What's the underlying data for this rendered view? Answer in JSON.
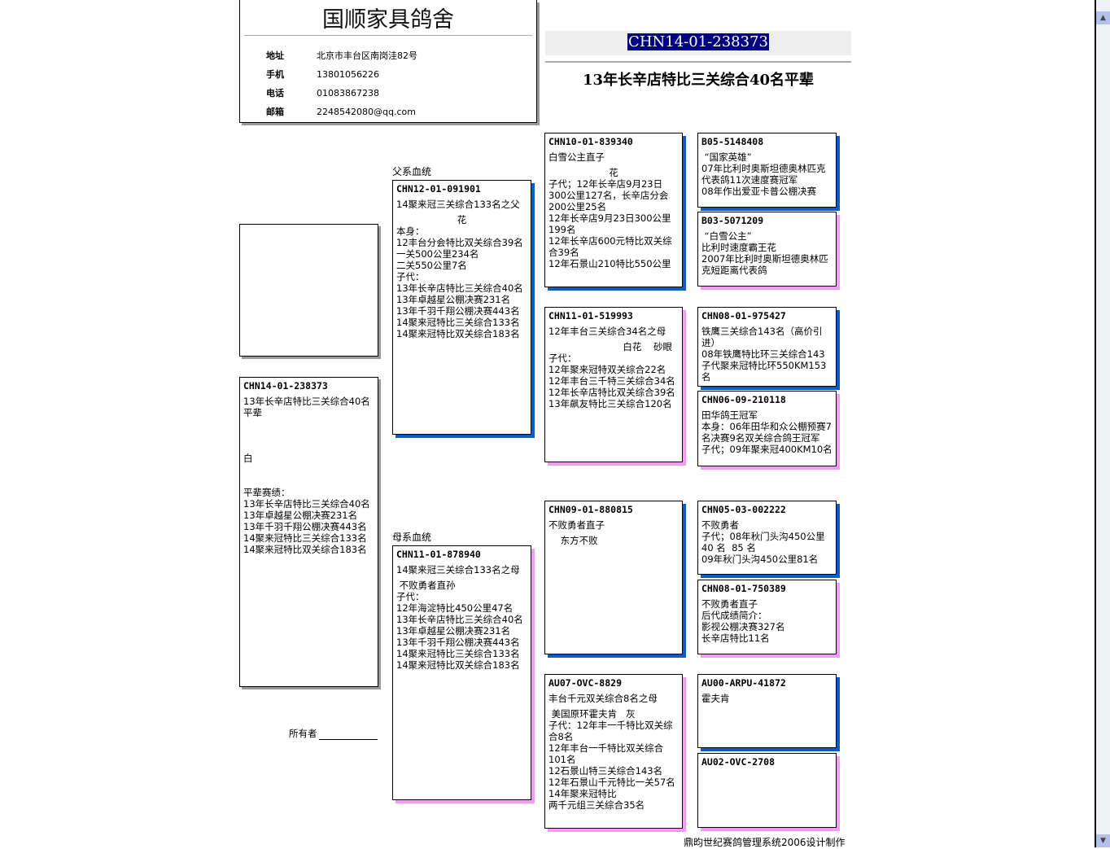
{
  "header": {
    "loft_name": "国顺家具鸽舍",
    "rows": [
      {
        "label": "地址",
        "value": "北京市丰台区南岗洼82号"
      },
      {
        "label": "手机",
        "value": "13801056226"
      },
      {
        "label": "电话",
        "value": "01083867238"
      },
      {
        "label": "邮箱",
        "value": "2248542080@qq.com"
      }
    ]
  },
  "title": {
    "ring": "CHN14-01-238373",
    "subtitle": "13年长辛店特比三关综合40名平辈"
  },
  "sections": {
    "sire_line": "父系血统",
    "dam_line": "母系血统"
  },
  "owner_label": "所有者",
  "footer": "鼎昀世纪赛鸽管理系统2006设计制作",
  "boxes": {
    "subject": {
      "ring": "CHN14-01-238373",
      "lines": [
        "13年长辛店特比三关综合40名平辈",
        "",
        "",
        "",
        "白",
        "",
        "",
        "平辈赛绩：",
        "13年长辛店特比三关综合40名",
        "13年卓越星公棚决赛231名",
        "13年千羽千翔公棚决赛443名",
        "14聚来冠特比三关综合133名",
        "14聚来冠特比双关综合183名"
      ]
    },
    "sire": {
      "ring": "CHN12-01-091901",
      "lines": [
        "14聚来冠三关综合133名之父",
        "花",
        "本身：",
        "12丰台分会特比双关综合39名",
        "一关500公里234名",
        "二关550公里7名",
        "子代：",
        "13年长辛店特比三关综合40名",
        "13年卓越星公棚决赛231名",
        "13年千羽千翔公棚决赛443名",
        "14聚来冠特比三关综合133名",
        "14聚来冠特比双关综合183名"
      ]
    },
    "dam": {
      "ring": "CHN11-01-878940",
      "lines": [
        "14聚来冠三关综合133名之母",
        " 不败勇者直孙",
        "子代：",
        "12年海淀特比450公里47名",
        "13年长辛店特比三关综合40名",
        "13年卓越星公棚决赛231名",
        "13年千羽千翔公棚决赛443名",
        "14聚来冠特比三关综合133名",
        "14聚来冠特比双关综合183名"
      ]
    },
    "ss": {
      "ring": "CHN10-01-839340",
      "lines": [
        "白雪公主直子",
        "花",
        "子代；12年长辛店9月23日300公里127名，长辛店分会200公里25名",
        "12年长辛店9月23日300公里199名",
        "12年长辛店600元特比双关综合39名",
        "12年石景山210特比550公里"
      ]
    },
    "sd": {
      "ring": "CHN11-01-519993",
      "lines": [
        "12年丰台三关综合34名之母",
        "白花    砂眼",
        "子代：",
        "12年聚来冠特双关综合22名",
        "12年丰台三千特三关综合34名",
        "12年长辛店特比双关综合39名",
        "13年飙友特比三关综合120名"
      ]
    },
    "ds": {
      "ring": "CHN09-01-880815",
      "lines": [
        "不败勇者直子",
        "    东方不败"
      ]
    },
    "dd": {
      "ring": "AU07-OVC-8829",
      "lines": [
        "丰台千元双关综合8名之母",
        " 美国原环霍夫肯   灰",
        "子代：12年丰一千特比双关综合8名",
        "12年丰台一千特比双关综合101名",
        "12石景山特三关综合143名",
        "12年石景山千元特比一关57名",
        "14年聚来冠特比",
        "两千元组三关综合35名"
      ]
    },
    "sss": {
      "ring": "B05-5148408",
      "lines": [
        " “国家英雄”",
        "07年比利时奥斯坦德奥林匹克代表鸽11次速度赛冠军",
        "08年作出爱亚卡普公棚决赛"
      ]
    },
    "ssd": {
      "ring": "B03-5071209",
      "lines": [
        " “白雪公主”",
        "比利时速度霸王花",
        "2007年比利时奥斯坦德奥林匹克短距离代表鸽"
      ]
    },
    "sds": {
      "ring": "CHN08-01-975427",
      "lines": [
        "铁鹰三关综合143名（高价引进）",
        "08年铁鹰特比环三关综合143子代聚来冠特比环550KM153名"
      ]
    },
    "sdd": {
      "ring": "CHN06-09-210118",
      "lines": [
        "田华鸽王冠军",
        "本身：06年田华和众公棚预赛7名决赛9名双关综合鸽王冠军",
        "子代；09年聚来冠400KM10名"
      ]
    },
    "dss": {
      "ring": "CHN05-03-002222",
      "lines": [
        "不败勇者",
        "子代；08年秋门头沟450公里40 名  85 名",
        "09年秋门头沟450公里81名"
      ]
    },
    "dsd": {
      "ring": "CHN08-01-750389",
      "lines": [
        "不败勇者直子",
        "后代成绩简介：",
        "影视公棚决赛327名",
        "长辛店特比11名"
      ]
    },
    "dds": {
      "ring": "AU00-ARPU-41872",
      "lines": [
        "霍夫肯"
      ]
    },
    "ddd": {
      "ring": "AU02-OVC-2708",
      "lines": []
    }
  },
  "colors": {
    "sire_shadow": "#0a5cc7",
    "dam_shadow": "#f59af5",
    "title_highlight": "#000080"
  }
}
